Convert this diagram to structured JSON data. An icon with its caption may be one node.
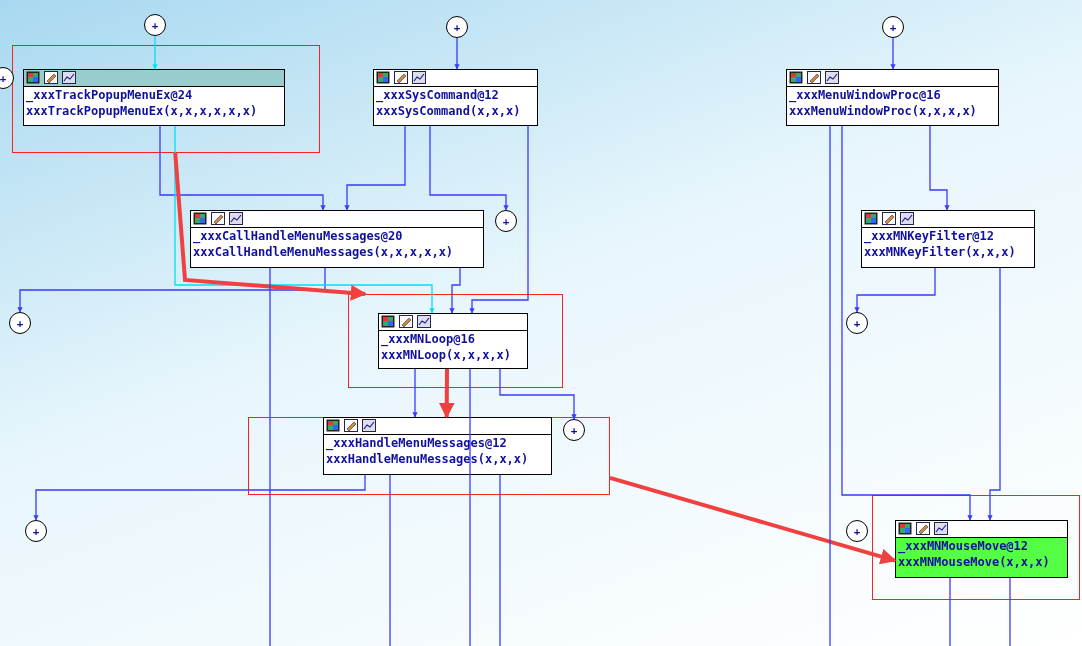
{
  "diagram": {
    "nodes": [
      {
        "text": [
          "+"
        ]
      },
      {
        "text": [
          "+"
        ]
      },
      {
        "text": [
          "+"
        ]
      },
      {
        "text": [],
        "shape": "box"
      },
      {
        "text": [
          "_xxxTrackPopupMenuEx@24",
          "xxxTrackPopupMenuEx(x,x,x,x,x,x)"
        ],
        "in": 3
      },
      {
        "text": [
          "+"
        ]
      },
      {
        "text": [
          "_xxxSysCommand@12",
          "xxxSysCommand(x,x,x)"
        ]
      },
      {
        "text": [
          "_xxxMenuWindowProc@16",
          "xxxMenuWindowProc(x,x,x,x)"
        ]
      },
      {
        "text": [
          "_xxxCallHandleMenuMessages@20",
          "xxxCallHandleMenuMessages(x,x,x,x,x)"
        ]
      },
      {
        "text": [
          "+"
        ]
      },
      {
        "text": [
          "_xxxMNKeyFilter@12",
          "xxxMNKeyFilter(x,x,x)"
        ]
      },
      {
        "text": [
          "+"
        ]
      },
      {
        "text": [],
        "shape": "box"
      },
      {
        "text": [
          "_xxxMNLoop@16",
          "xxxMNLoop(x,x,x,x)"
        ],
        "in": 12
      },
      {
        "text": [
          "+"
        ]
      },
      {
        "text": [],
        "shape": "box"
      },
      {
        "text": [
          "_xxxHandleMenuMessages@12",
          "xxxHandleMenuMessages(x,x,x)"
        ],
        "in": 15
      },
      {
        "text": [
          "+"
        ],
        "in": 15
      },
      {
        "text": [
          "+"
        ]
      },
      {
        "text": [
          "+"
        ]
      },
      {
        "text": [],
        "shape": "box"
      },
      {
        "text": [
          "_xxxMNMouseMove@12",
          "xxxMNMouseMove(x,x,x)"
        ],
        "in": 20
      }
    ],
    "edges": [
      {
        "from": 0,
        "to": 4,
        "arrow": "to",
        "color": "#00e0f0"
      },
      {
        "from": 1,
        "to": 6,
        "arrow": "to"
      },
      {
        "from": 2,
        "to": 7,
        "arrow": "to"
      },
      {
        "from": 4,
        "to": 8,
        "arrow": "to"
      },
      {
        "from": 6,
        "to": 8,
        "arrow": "to"
      },
      {
        "from": 6,
        "to": 9,
        "arrow": "to"
      },
      {
        "from": 7,
        "to": 10,
        "arrow": "to"
      },
      {
        "from": 8,
        "to": 11,
        "arrow": "to"
      },
      {
        "from": 4,
        "to": 13,
        "arrow": "to",
        "color": "#00e0f0"
      },
      {
        "from": 8,
        "to": 13,
        "arrow": "to"
      },
      {
        "from": 6,
        "to": 13,
        "arrow": "to"
      },
      {
        "from": 10,
        "to": 14,
        "arrow": "to"
      },
      {
        "from": 13,
        "to": 16,
        "arrow": "to"
      },
      {
        "from": 13,
        "to": 17,
        "arrow": "to"
      },
      {
        "from": 16,
        "to": 18,
        "arrow": "to"
      },
      {
        "from": 7,
        "to": 21,
        "arrow": "to"
      },
      {
        "from": 10,
        "to": 21,
        "arrow": "to"
      },
      {
        "from": 3,
        "to": 12,
        "arrow": "to",
        "style": "thick",
        "color": "#f04040"
      },
      {
        "from": 13,
        "to": 16,
        "arrow": "to",
        "style": "thick",
        "color": "#f04040"
      },
      {
        "from": 15,
        "to": 21,
        "arrow": "to",
        "style": "thick",
        "color": "#f04040"
      },
      {
        "from": 16,
        "to": null,
        "arrow": "none"
      },
      {
        "from": 16,
        "to": null,
        "arrow": "none"
      },
      {
        "from": 13,
        "to": null,
        "arrow": "none"
      },
      {
        "from": 21,
        "to": null,
        "arrow": "none"
      },
      {
        "from": 21,
        "to": null,
        "arrow": "none"
      },
      {
        "from": 8,
        "to": null,
        "arrow": "none"
      },
      {
        "from": 7,
        "to": null,
        "arrow": "none"
      }
    ]
  }
}
